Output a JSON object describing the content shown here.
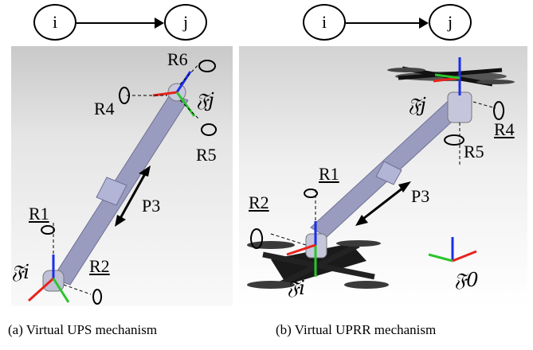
{
  "graph_a": {
    "from": "i",
    "to": "j"
  },
  "graph_b": {
    "from": "i",
    "to": "j"
  },
  "panel_a": {
    "labels": {
      "r6": "R6",
      "fj": "𝔉j",
      "r4": "R4",
      "r5": "R5",
      "p3": "P3",
      "r1": "R1",
      "r2": "R2",
      "fi": "𝔉i"
    }
  },
  "panel_b": {
    "labels": {
      "fj": "𝔉j",
      "r4": "R4",
      "r5": "R5",
      "r1": "R1",
      "r2": "R2",
      "p3": "P3",
      "fi": "𝔉i",
      "f0": "𝔉0"
    }
  },
  "captions": {
    "a": "(a) Virtual UPS mechanism",
    "b": "(b) Virtual UPRR mechanism"
  },
  "colors": {
    "x_axis": "#e8231c",
    "y_axis": "#2bc42b",
    "z_axis": "#1a2ee8",
    "link": "#8d8fb3"
  }
}
